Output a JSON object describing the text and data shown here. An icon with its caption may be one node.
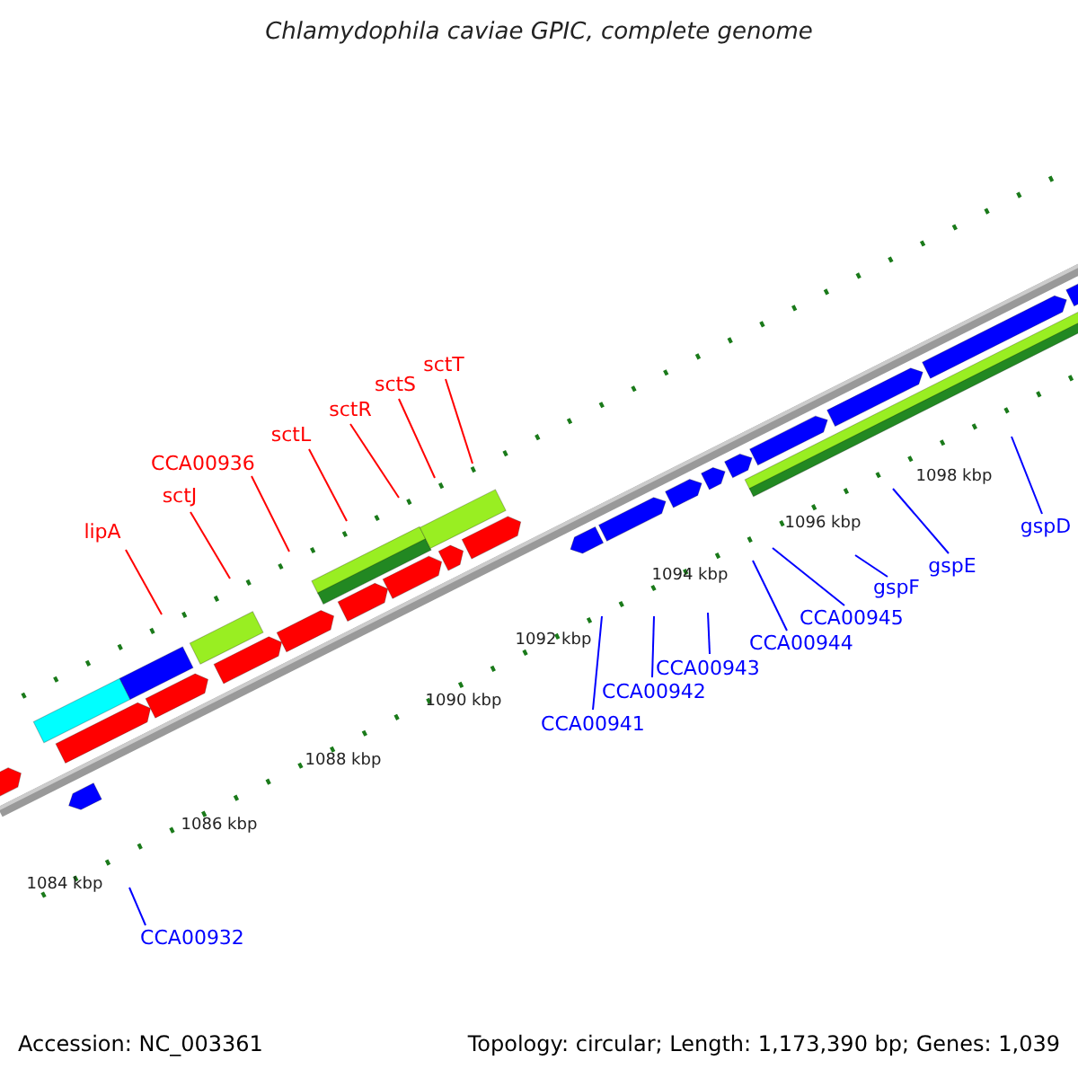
{
  "diagram": {
    "title": "Chlamydophila caviae GPIC, complete genome",
    "nodes": [
      {
        "text": [
          "lipA"
        ]
      },
      {
        "text": [
          "sctJ"
        ]
      },
      {
        "text": [
          "CCA00936"
        ]
      },
      {
        "text": [
          "sctL"
        ]
      },
      {
        "text": [
          "sctR"
        ]
      },
      {
        "text": [
          "sctS"
        ]
      },
      {
        "text": [
          "sctT"
        ]
      },
      {
        "text": [
          "CCA00932"
        ]
      },
      {
        "text": [
          "CCA00941"
        ]
      },
      {
        "text": [
          "CCA00942"
        ]
      },
      {
        "text": [
          "CCA00943"
        ]
      },
      {
        "text": [
          "CCA00944"
        ]
      },
      {
        "text": [
          "CCA00945"
        ]
      },
      {
        "text": [
          "gspF"
        ]
      },
      {
        "text": [
          "gspE"
        ]
      },
      {
        "text": [
          "gspD"
        ]
      }
    ],
    "edges": [
      {
        "from": 0,
        "to": null,
        "arrow": "none",
        "color": "#ff0000"
      },
      {
        "from": 1,
        "to": null,
        "arrow": "none",
        "color": "#ff0000"
      },
      {
        "from": 2,
        "to": null,
        "arrow": "none",
        "color": "#ff0000"
      },
      {
        "from": 3,
        "to": null,
        "arrow": "none",
        "color": "#ff0000"
      },
      {
        "from": 4,
        "to": null,
        "arrow": "none",
        "color": "#ff0000"
      },
      {
        "from": 5,
        "to": null,
        "arrow": "none",
        "color": "#ff0000"
      },
      {
        "from": 6,
        "to": null,
        "arrow": "none",
        "color": "#ff0000"
      },
      {
        "from": 7,
        "to": null,
        "arrow": "none"
      },
      {
        "from": 8,
        "to": null,
        "arrow": "none"
      },
      {
        "from": 9,
        "to": null,
        "arrow": "none"
      },
      {
        "from": 10,
        "to": null,
        "arrow": "none"
      },
      {
        "from": 11,
        "to": null,
        "arrow": "none"
      },
      {
        "from": 12,
        "to": null,
        "arrow": "none"
      },
      {
        "from": 13,
        "to": null,
        "arrow": "none"
      },
      {
        "from": 14,
        "to": null,
        "arrow": "none"
      },
      {
        "from": 15,
        "to": null,
        "arrow": "none"
      }
    ],
    "labels": [
      "1084 kbp",
      "1086 kbp",
      "1088 kbp",
      "1090 kbp",
      "1092 kbp",
      "1094 kbp",
      "1096 kbp",
      "1098 kbp",
      "Accession: NC_003361",
      "Topology: circular; Length: 1,173,390 bp; Genes: 1,039"
    ]
  }
}
